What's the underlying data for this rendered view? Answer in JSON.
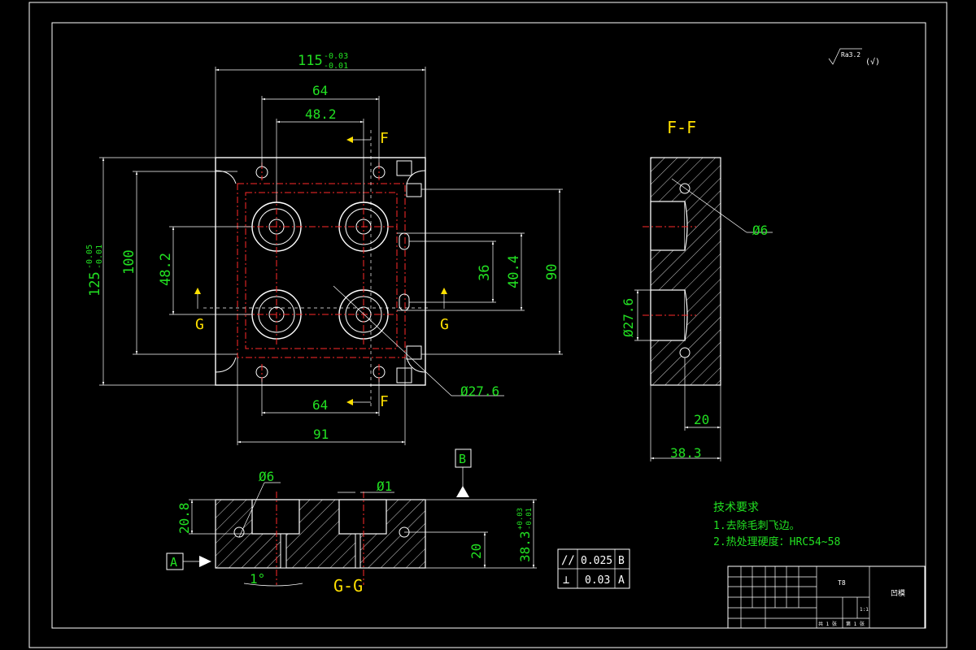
{
  "top_view": {
    "dim_115": "115",
    "tol_115_upper": "-0.03",
    "tol_115_lower": "-0.01",
    "dim_64_top": "64",
    "dim_48_2_top": "48.2",
    "dim_64_bottom": "64",
    "dim_91": "91",
    "dim_125": "125",
    "tol_125_upper": "-0.05",
    "tol_125_lower": "-0.01",
    "dim_100": "100",
    "dim_48_2_left": "48.2",
    "dim_36": "36",
    "dim_40_4": "40.4",
    "dim_90": "90",
    "dia_27_6": "Ø27.6",
    "section_f_top": "F",
    "section_f_bottom": "F",
    "section_g_left": "G",
    "section_g_right": "G"
  },
  "section_ff": {
    "title": "F-F",
    "dia_6": "Ø6",
    "dia_27_6": "Ø27.6",
    "dim_20": "20",
    "dim_38_3": "38.3"
  },
  "section_gg": {
    "title": "G-G",
    "dia_6": "Ø6",
    "dia_1": "Ø1",
    "angle": "1°",
    "dim_20_8": "20.8",
    "dim_20": "20",
    "dim_38_3": "38.3",
    "tol_38_3_upper": "+0.03",
    "tol_38_3_lower": "-0.01",
    "datum_a": "A",
    "datum_b": "B"
  },
  "roughness": {
    "value": "Ra3.2",
    "suffix": "(√)"
  },
  "tolerance_frames": [
    {
      "symbol": "//",
      "value": "0.025",
      "datum": "B"
    },
    {
      "symbol": "⊥",
      "value": "0.03",
      "datum": "A"
    }
  ],
  "tech_requirements": {
    "heading": "技术要求",
    "items": [
      "1.去除毛刺飞边。",
      "2.热处理硬度：HRC54~58"
    ]
  },
  "title_block": {
    "material": "T8",
    "part_name": "凹模",
    "scale": "1:1",
    "sheet": "共 1 张",
    "sheet_no": "第 1 张"
  }
}
